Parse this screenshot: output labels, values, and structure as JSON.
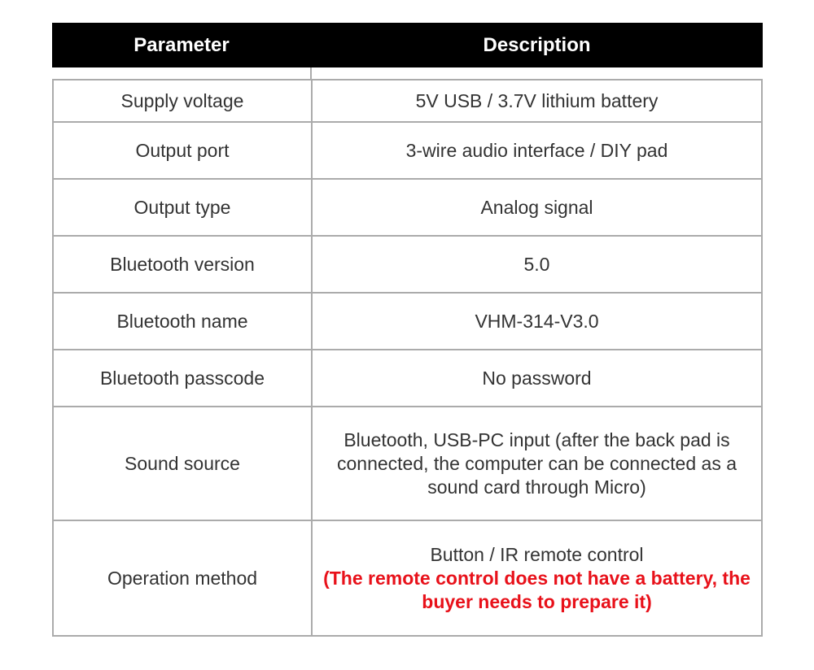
{
  "page": {
    "background": "#ffffff"
  },
  "colors": {
    "header_bg": "#000000",
    "header_text": "#ffffff",
    "body_text": "#333333",
    "border": "#ababab",
    "warning_red": "#e8111a"
  },
  "table": {
    "header": {
      "parameter": "Parameter",
      "description": "Description"
    },
    "rows": [
      {
        "param": "Supply voltage",
        "desc": "5V USB / 3.7V lithium battery"
      },
      {
        "param": "Output port",
        "desc": "3-wire audio interface / DIY pad"
      },
      {
        "param": "Output type",
        "desc": "Analog signal"
      },
      {
        "param": "Bluetooth version",
        "desc": "5.0"
      },
      {
        "param": "Bluetooth name",
        "desc": "VHM-314-V3.0"
      },
      {
        "param": "Bluetooth passcode",
        "desc": "No password"
      },
      {
        "param": "Sound source",
        "desc": "Bluetooth, USB-PC input (after the back pad is connected, the computer can be connected as a sound card through Micro)"
      },
      {
        "param": "Operation method",
        "desc": "Button / IR remote control",
        "desc_warning": "(The remote control does not have a battery, the buyer needs to prepare it)"
      }
    ]
  }
}
